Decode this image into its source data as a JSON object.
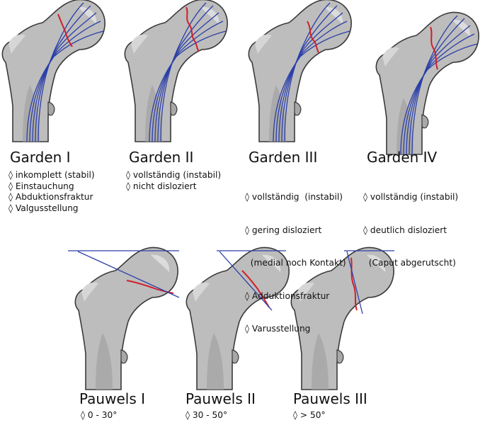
{
  "garden": [
    {
      "title": "Garden I",
      "lines": [
        "◊ inkomplett (stabil)",
        "◊ Einstauchung",
        "◊ Abduktionsfraktur",
        "◊ Valgusstellung"
      ]
    },
    {
      "title": "Garden II",
      "lines": [
        "◊ vollständig (instabil)",
        "◊ nicht disloziert"
      ]
    },
    {
      "title": "Garden III",
      "lines": [
        "◊ vollständig  (instabil)",
        "◊ gering disloziert",
        "  (medial noch Kontakt)",
        "◊ Adduktionsfraktur",
        "◊ Varusstellung"
      ]
    },
    {
      "title": "Garden IV",
      "lines": [
        "◊ vollständig (instabil)",
        "◊ deutlich disloziert",
        "  (Caput abgerutscht)"
      ]
    }
  ],
  "pauwels": [
    {
      "title": "Pauwels I",
      "lines": [
        "◊ 0 - 30°"
      ]
    },
    {
      "title": "Pauwels II",
      "lines": [
        "◊ 30 - 50°"
      ]
    },
    {
      "title": "Pauwels III",
      "lines": [
        "◊ > 50°"
      ]
    }
  ],
  "colors": {
    "bone": "#bdbdbd",
    "bone_dark": "#8f8f8f",
    "outline": "#3a3a3a",
    "fracture": "#d0202a",
    "trabecular": "#2b3fa8",
    "angle_line": "#2b3fa8"
  }
}
